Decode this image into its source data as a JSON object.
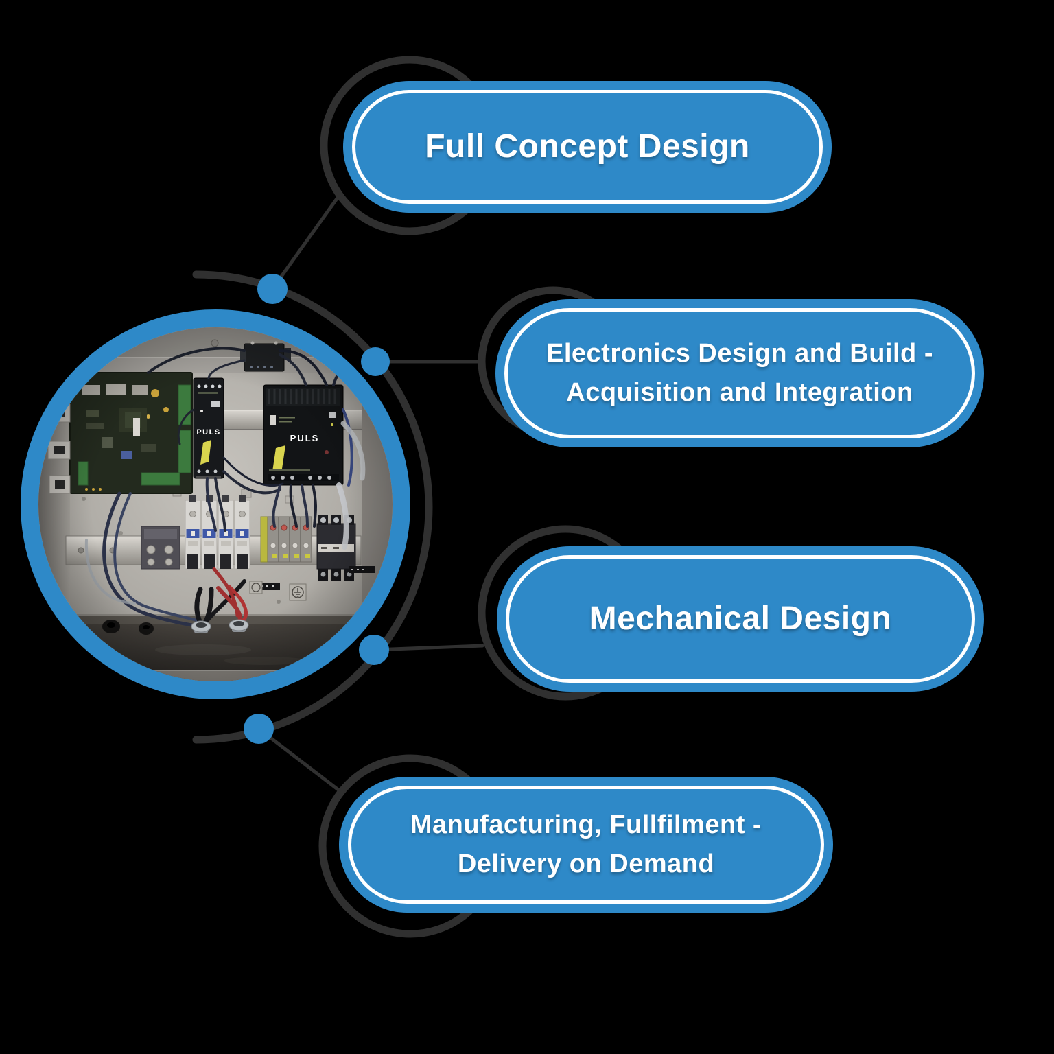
{
  "colors": {
    "accent": "#2e89c8",
    "line": "#303030",
    "text": "#ffffff",
    "background": "#000000"
  },
  "nodes": [
    {
      "id": "full-concept-design",
      "lines": [
        "Full Concept Design"
      ]
    },
    {
      "id": "electronics-design-and-build",
      "lines": [
        "Electronics Design and Build -",
        "Acquisition and Integration"
      ]
    },
    {
      "id": "mechanical-design",
      "lines": [
        "Mechanical Design"
      ]
    },
    {
      "id": "manufacturing-fulfilment",
      "lines": [
        "Manufacturing, Fullfilment -",
        "Delivery on Demand"
      ]
    }
  ],
  "center_image": {
    "alt": "Electrical control cabinet photo with circuit board, PULS power supplies, DIN-rail terminals and wiring",
    "modules": [
      {
        "brand": "PULS"
      },
      {
        "brand": "PULS"
      }
    ]
  }
}
